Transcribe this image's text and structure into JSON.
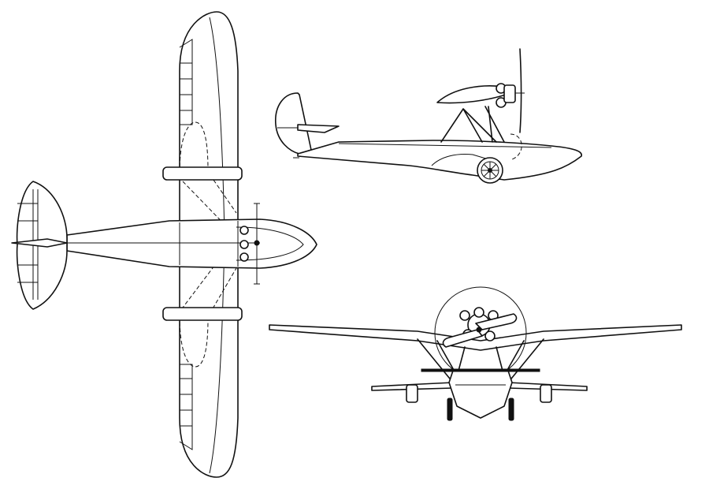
{
  "drawing": {
    "views": [
      "top-view",
      "side-view",
      "front-view"
    ],
    "line_color": "#111111",
    "background_color": "#ffffff"
  }
}
